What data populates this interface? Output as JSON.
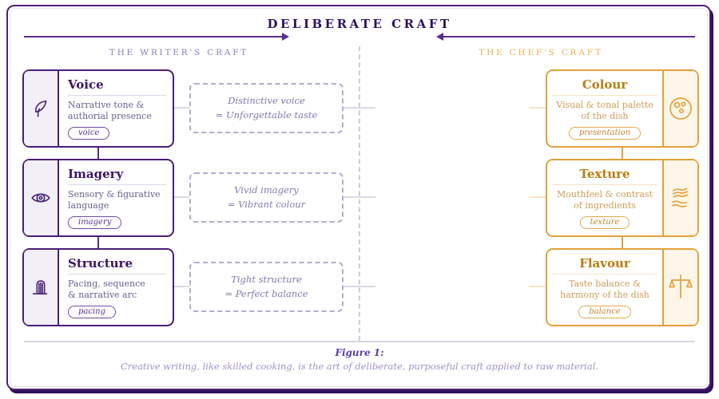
{
  "palette": {
    "frame_purple": "#4f2178",
    "title_purple": "#2f1060",
    "card_purple_border": "#4a1d78",
    "card_purple_title": "#3d1566",
    "muted_purple_text": "#6c5f91",
    "writer_label_purple": "#8b7cba",
    "equation_text_purple": "#8478ad",
    "orange_border": "#e2a23a",
    "orange_title": "#b87d10",
    "orange_muted_text": "#cf9d57",
    "chef_label_gold": "#e9b24e",
    "caption_purple": "#5d3da0"
  },
  "header": {
    "title": "DELIBERATE CRAFT",
    "left_section_label": "THE WRITER'S CRAFT",
    "right_section_label": "THE CHEF'S CRAFT"
  },
  "rows": [
    {
      "left": {
        "title": "Voice",
        "desc1": "Narrative tone &",
        "desc2": "authorial presence",
        "badge": "voice",
        "icon": "quill-icon"
      },
      "middle": {
        "line1": "Distinctive voice",
        "line2": "= Unforgettable taste"
      },
      "right": {
        "title": "Colour",
        "desc1": "Visual & tonal palette",
        "desc2": "of the dish",
        "badge": "presentation",
        "icon": "palette-icon"
      }
    },
    {
      "left": {
        "title": "Imagery",
        "desc1": "Sensory & figurative",
        "desc2": "language",
        "badge": "imagery",
        "icon": "eye-icon"
      },
      "middle": {
        "line1": "Vivid imagery",
        "line2": "= Vibrant colour"
      },
      "right": {
        "title": "Texture",
        "desc1": "Mouthfeel & contrast",
        "desc2": "of ingredients",
        "badge": "texture",
        "icon": "texture-waves-icon"
      }
    },
    {
      "left": {
        "title": "Structure",
        "desc1": "Pacing, sequence",
        "desc2": "& narrative arc",
        "badge": "pacing",
        "icon": "columns-icon"
      },
      "middle": {
        "line1": "Tight structure",
        "line2": "= Perfect balance"
      },
      "right": {
        "title": "Flavour",
        "desc1": "Taste balance &",
        "desc2": "harmony of the dish",
        "badge": "balance",
        "icon": "balance-scale-icon"
      }
    }
  ],
  "caption": {
    "label": "Figure 1:",
    "text": "Creative writing, like skilled cooking, is the art of deliberate, purposeful craft applied to raw material."
  }
}
